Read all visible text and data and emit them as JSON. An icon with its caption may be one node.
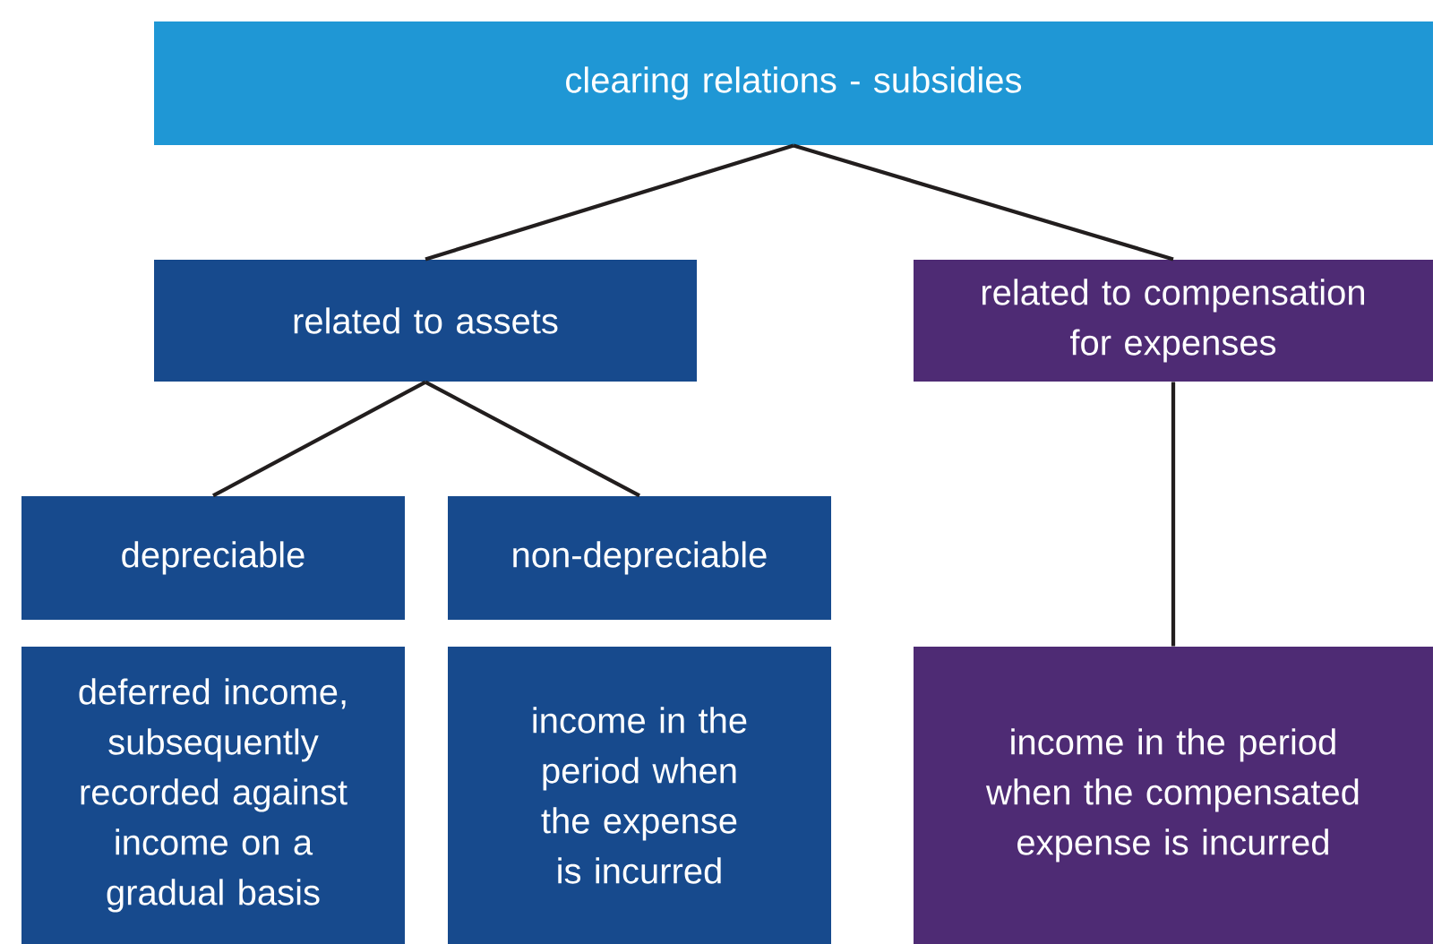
{
  "diagram": {
    "nodes": [
      {
        "text": [
          "clearing relations - subsidies"
        ]
      },
      {
        "text": [
          "related to assets"
        ]
      },
      {
        "text": [
          "related to compensation for expenses"
        ]
      },
      {
        "text": [
          "depreciable"
        ]
      },
      {
        "text": [
          "non-depreciable"
        ]
      },
      {
        "text": [
          "deferred income, subsequently recorded against income on a gradual basis"
        ]
      },
      {
        "text": [
          "income in the period when the expense is incurred"
        ]
      },
      {
        "text": [
          "income in the period when the compensated expense is incurred"
        ]
      }
    ],
    "edges": [
      {
        "from": 0,
        "to": 1,
        "arrow": "none"
      },
      {
        "from": 0,
        "to": 2,
        "arrow": "none"
      },
      {
        "from": 1,
        "to": 3,
        "arrow": "none"
      },
      {
        "from": 1,
        "to": 4,
        "arrow": "none"
      },
      {
        "from": 2,
        "to": 7,
        "arrow": "none"
      }
    ]
  }
}
